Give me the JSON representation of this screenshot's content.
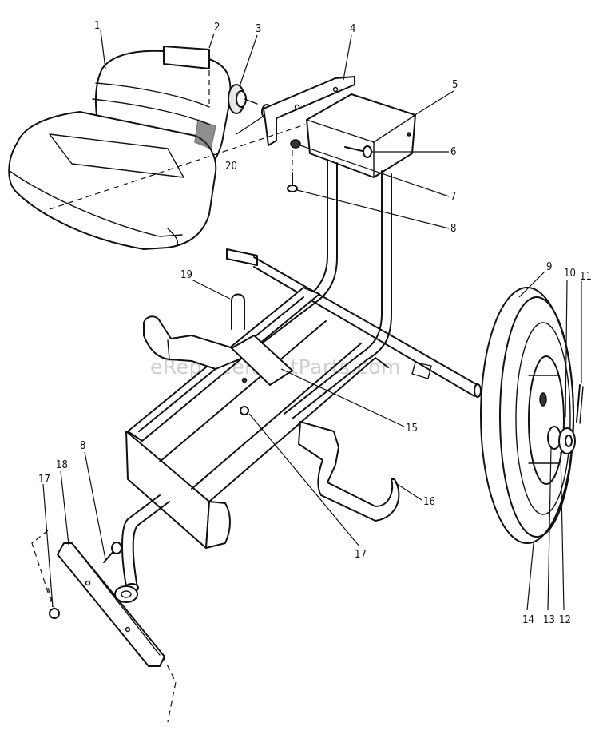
{
  "watermark": "eReplacementParts.com",
  "callouts": [
    {
      "id": "c1",
      "label": "1"
    },
    {
      "id": "c2",
      "label": "2"
    },
    {
      "id": "c3",
      "label": "3"
    },
    {
      "id": "c4",
      "label": "4"
    },
    {
      "id": "c5",
      "label": "5"
    },
    {
      "id": "c6",
      "label": "6"
    },
    {
      "id": "c7",
      "label": "7"
    },
    {
      "id": "c8a",
      "label": "8"
    },
    {
      "id": "c9",
      "label": "9"
    },
    {
      "id": "c10",
      "label": "10"
    },
    {
      "id": "c11",
      "label": "11"
    },
    {
      "id": "c12",
      "label": "12"
    },
    {
      "id": "c13",
      "label": "13"
    },
    {
      "id": "c14",
      "label": "14"
    },
    {
      "id": "c15",
      "label": "15"
    },
    {
      "id": "c16",
      "label": "16"
    },
    {
      "id": "c17a",
      "label": "17"
    },
    {
      "id": "c17b",
      "label": "17"
    },
    {
      "id": "c8b",
      "label": "8"
    },
    {
      "id": "c18",
      "label": "18"
    },
    {
      "id": "c19",
      "label": "19"
    },
    {
      "id": "c20",
      "label": "20"
    }
  ]
}
